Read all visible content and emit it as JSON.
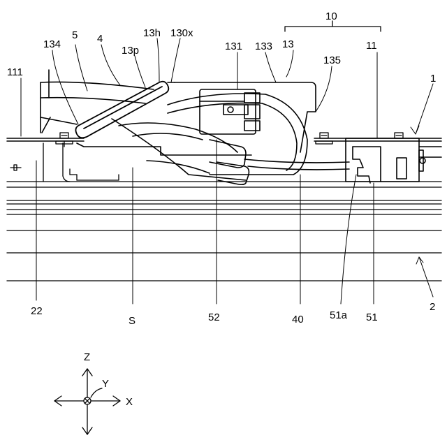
{
  "labels": {
    "l10": "10",
    "l1": "1",
    "l2": "2",
    "l4": "4",
    "l5": "5",
    "l11": "11",
    "l13": "13",
    "l13h": "13h",
    "l13p": "13p",
    "l22": "22",
    "l40": "40",
    "l51": "51",
    "l51a": "51a",
    "l52": "52",
    "l111": "111",
    "l130x": "130x",
    "l131": "131",
    "l133": "133",
    "l134": "134",
    "l135": "135",
    "lS": "S"
  },
  "axes": {
    "z": "Z",
    "y": "Y",
    "x": "X"
  }
}
